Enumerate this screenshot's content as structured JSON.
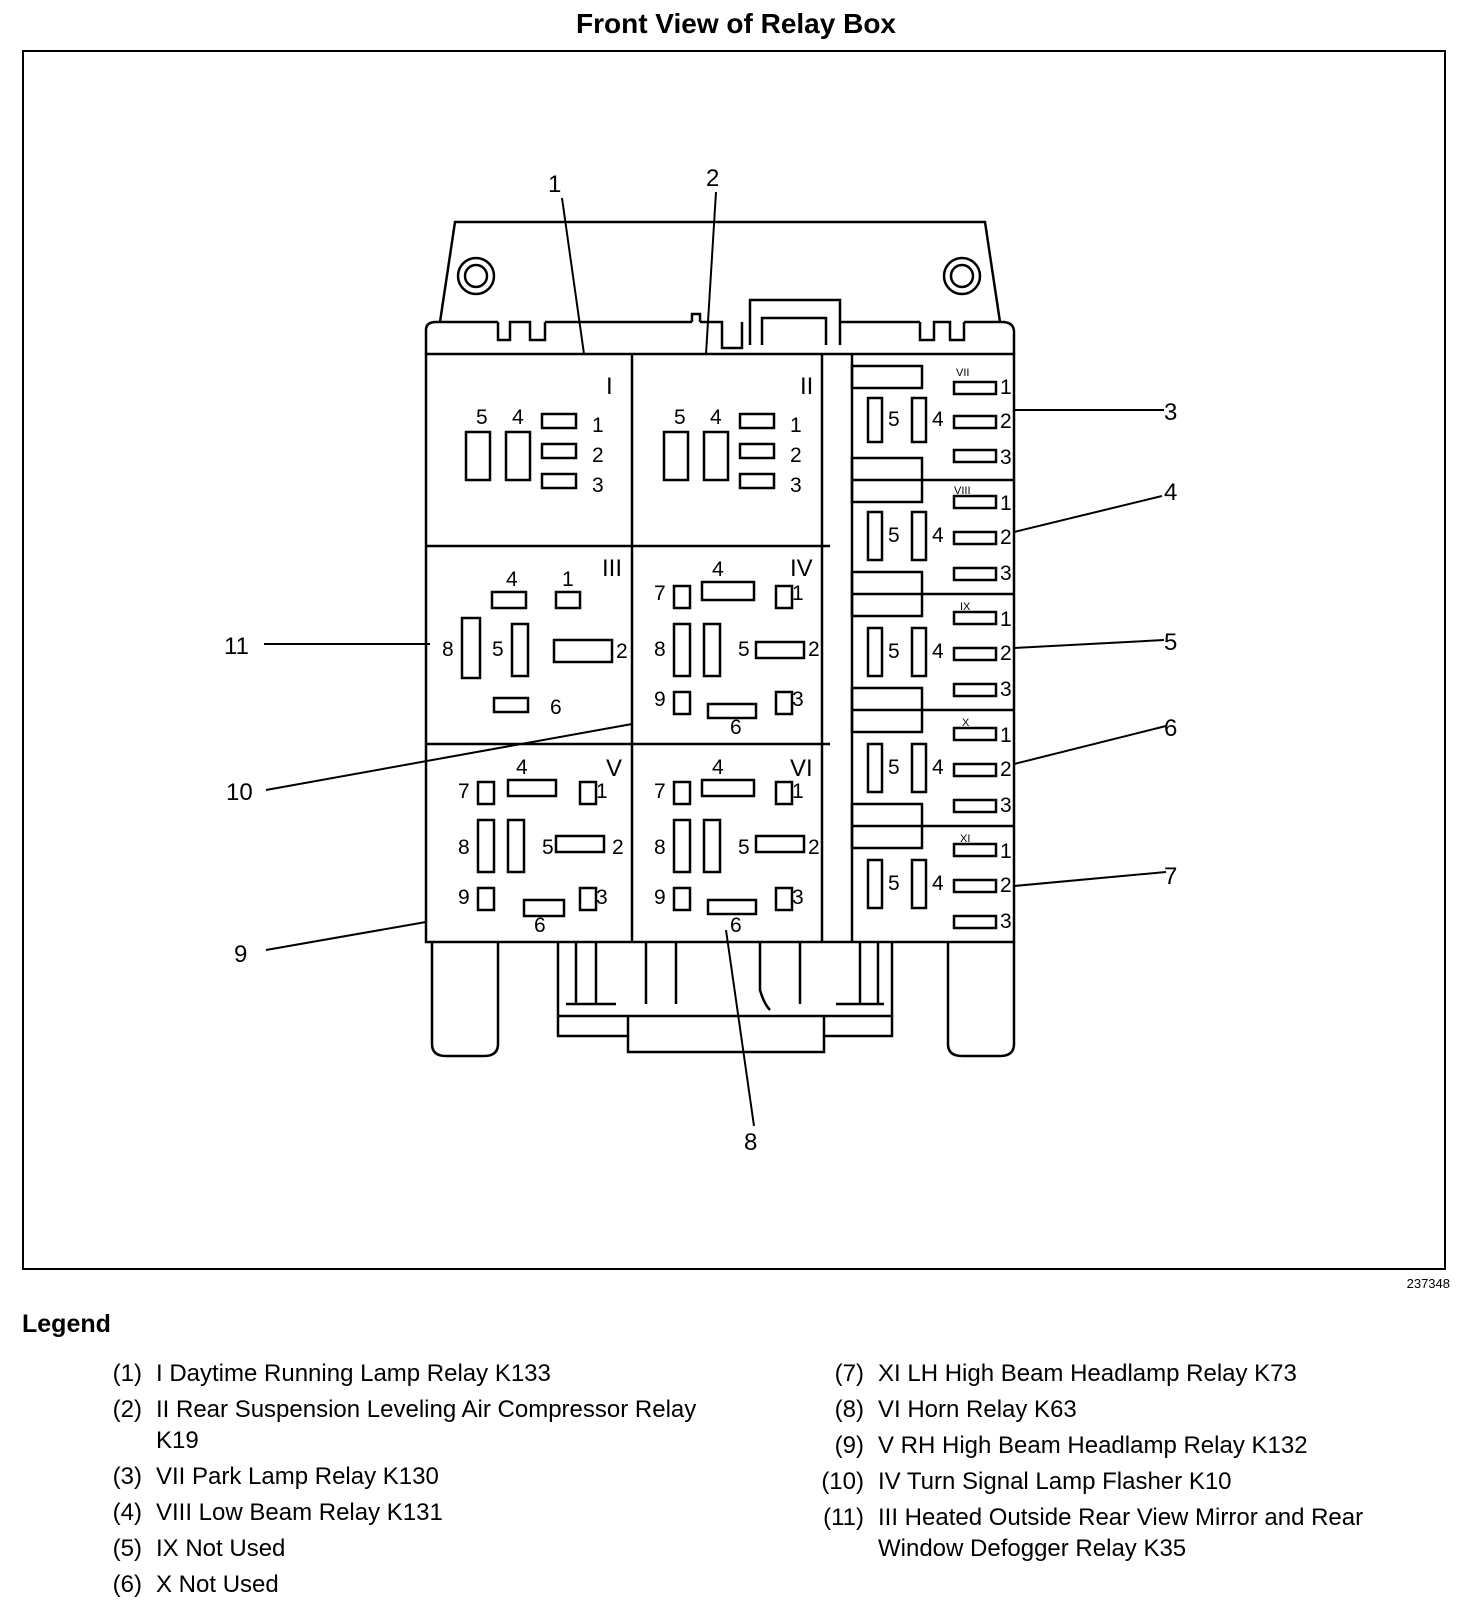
{
  "title": "Front View of Relay Box",
  "figure_id": "237348",
  "callouts": [
    "1",
    "2",
    "3",
    "4",
    "5",
    "6",
    "7",
    "8",
    "9",
    "10",
    "11"
  ],
  "relay_ids": {
    "left": [
      "I",
      "II",
      "III",
      "IV",
      "V",
      "VI"
    ],
    "right": [
      "VII",
      "VIII",
      "IX",
      "X",
      "XI"
    ]
  },
  "pins": [
    "1",
    "2",
    "3",
    "4",
    "5",
    "6",
    "7",
    "8",
    "9"
  ],
  "legend": {
    "title": "Legend",
    "left": [
      {
        "num": "(1)",
        "text": "I Daytime Running Lamp Relay K133"
      },
      {
        "num": "(2)",
        "text": "II Rear Suspension Leveling Air Compressor Relay K19"
      },
      {
        "num": "(3)",
        "text": "VII Park Lamp Relay K130"
      },
      {
        "num": "(4)",
        "text": "VIII Low Beam Relay K131"
      },
      {
        "num": "(5)",
        "text": "IX Not Used"
      },
      {
        "num": "(6)",
        "text": "X Not Used"
      }
    ],
    "right": [
      {
        "num": "(7)",
        "text": "XI LH High Beam Headlamp Relay K73"
      },
      {
        "num": "(8)",
        "text": "VI Horn Relay K63"
      },
      {
        "num": "(9)",
        "text": "V RH High Beam Headlamp Relay K132"
      },
      {
        "num": "(10)",
        "text": "IV Turn Signal Lamp Flasher K10"
      },
      {
        "num": "(11)",
        "text": "III Heated Outside Rear View Mirror and Rear Window Defogger Relay K35"
      }
    ]
  }
}
